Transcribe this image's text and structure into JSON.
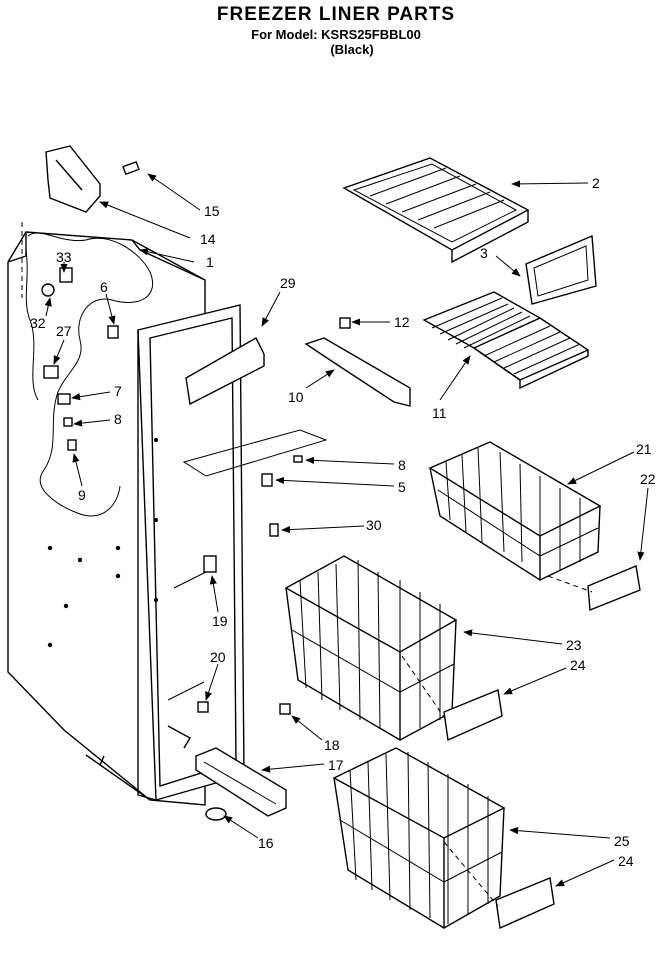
{
  "header": {
    "title": "FREEZER LINER PARTS",
    "model_line": "For Model: KSRS25FBBL00",
    "variant": "(Black)"
  },
  "callouts": [
    "1",
    "2",
    "3",
    "5",
    "6",
    "7",
    "8",
    "8",
    "9",
    "10",
    "11",
    "12",
    "14",
    "15",
    "16",
    "17",
    "18",
    "19",
    "20",
    "21",
    "22",
    "23",
    "24",
    "24",
    "25",
    "27",
    "29",
    "30",
    "32",
    "33"
  ],
  "colors": {
    "ink": "#000000",
    "paper": "#ffffff"
  }
}
